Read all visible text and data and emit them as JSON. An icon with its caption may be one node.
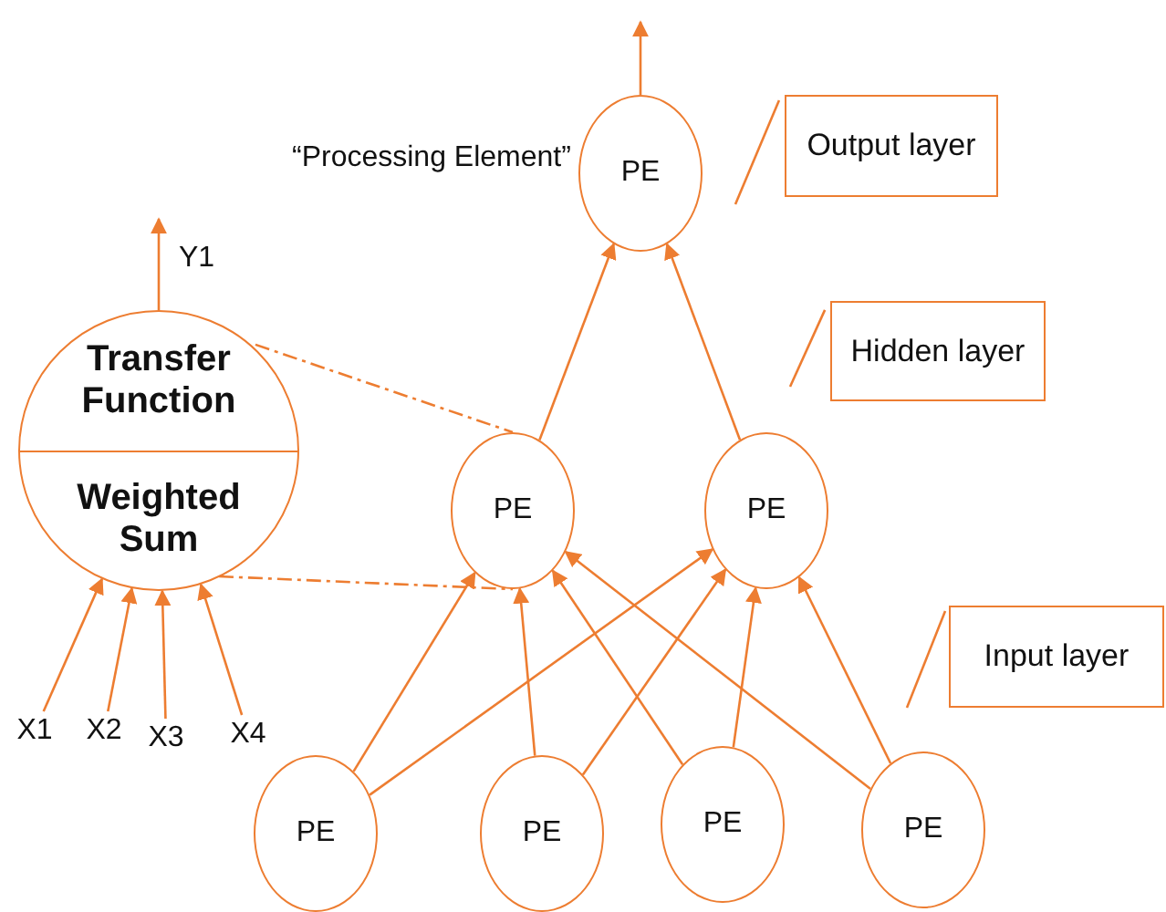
{
  "diagram": {
    "nodes": [
      {
        "text": [
          "PE"
        ]
      },
      {
        "text": [
          "Output layer"
        ]
      },
      {
        "text": [
          "Transfer Function",
          "Weighted Sum"
        ],
        "beside": [
          "Y1"
        ]
      },
      {
        "text": [
          "Hidden layer"
        ]
      },
      {
        "text": [
          "PE"
        ]
      },
      {
        "text": [
          "PE"
        ]
      },
      {
        "text": [
          "Input layer"
        ]
      },
      {
        "text": [
          "PE"
        ]
      },
      {
        "text": [
          "PE"
        ]
      },
      {
        "text": [
          "PE"
        ]
      },
      {
        "text": [
          "PE"
        ]
      },
      {
        "text": [
          "X1"
        ]
      },
      {
        "text": [
          "X2"
        ]
      },
      {
        "text": [
          "X3"
        ]
      },
      {
        "text": [
          "X4"
        ]
      }
    ],
    "edges": [
      {
        "from": 0,
        "to": null,
        "arrow": "to"
      },
      {
        "from": 4,
        "to": 0,
        "arrow": "to"
      },
      {
        "from": 5,
        "to": 0,
        "arrow": "to"
      },
      {
        "from": 7,
        "to": 4,
        "arrow": "to"
      },
      {
        "from": 7,
        "to": 5,
        "arrow": "to"
      },
      {
        "from": 8,
        "to": 4,
        "arrow": "to"
      },
      {
        "from": 8,
        "to": 5,
        "arrow": "to"
      },
      {
        "from": 9,
        "to": 4,
        "arrow": "to"
      },
      {
        "from": 9,
        "to": 5,
        "arrow": "to"
      },
      {
        "from": 10,
        "to": 4,
        "arrow": "to"
      },
      {
        "from": 10,
        "to": 5,
        "arrow": "to"
      },
      {
        "from": 2,
        "to": 4,
        "arrow": "none",
        "style": "dashed"
      },
      {
        "from": 2,
        "to": 4,
        "arrow": "none",
        "style": "dashed"
      },
      {
        "from": 2,
        "to": null,
        "arrow": "to"
      },
      {
        "from": 11,
        "to": 2,
        "arrow": "to"
      },
      {
        "from": 12,
        "to": 2,
        "arrow": "to"
      },
      {
        "from": 13,
        "to": 2,
        "arrow": "to"
      },
      {
        "from": 14,
        "to": 2,
        "arrow": "to"
      },
      {
        "from": 1,
        "to": null,
        "arrow": "none"
      },
      {
        "from": 3,
        "to": null,
        "arrow": "none"
      },
      {
        "from": 6,
        "to": null,
        "arrow": "none"
      }
    ],
    "labels": [
      "“Processing Element”"
    ]
  }
}
